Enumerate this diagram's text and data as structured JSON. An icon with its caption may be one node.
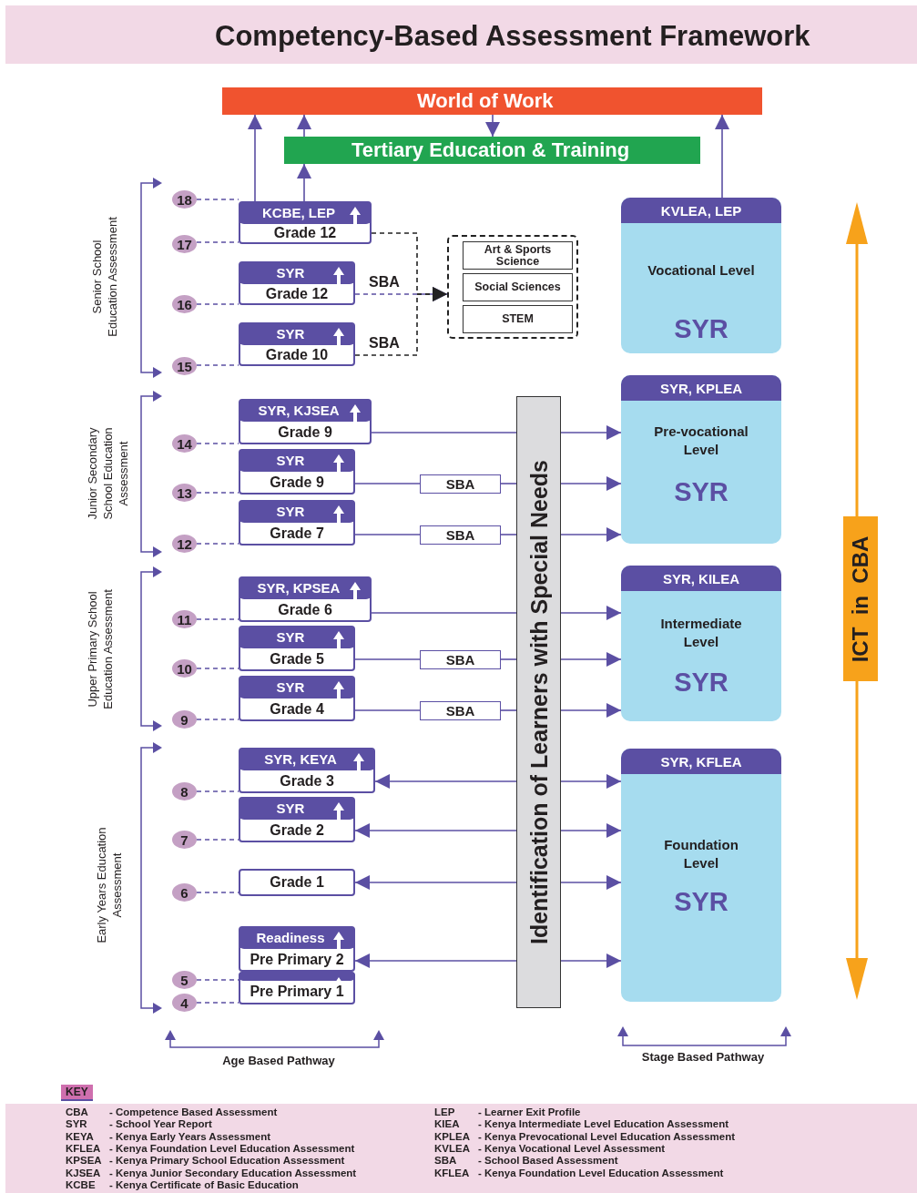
{
  "diagram": {
    "title": "Competency-Based Assessment Framework",
    "nodes": [
      {
        "text": [
          "World of Work"
        ]
      },
      {
        "text": [
          "Tertiary Education & Training"
        ]
      },
      {
        "text": [
          "KCBE, LEP",
          "Grade 12"
        ]
      },
      {
        "text": [
          "SYR",
          "Grade 12"
        ],
        "beside": [
          "SBA"
        ]
      },
      {
        "text": [
          "SYR",
          "Grade 10"
        ],
        "beside": [
          "SBA"
        ]
      },
      {
        "text": [
          "SYR, KJSEA",
          "Grade 9"
        ]
      },
      {
        "text": [
          "SYR",
          "Grade 9"
        ]
      },
      {
        "text": [
          "SYR",
          "Grade 7"
        ]
      },
      {
        "text": [
          "SYR, KPSEA",
          "Grade 6"
        ]
      },
      {
        "text": [
          "SYR",
          "Grade 5"
        ]
      },
      {
        "text": [
          "SYR",
          "Grade 4"
        ]
      },
      {
        "text": [
          "SYR, KEYA",
          "Grade 3"
        ]
      },
      {
        "text": [
          "SYR",
          "Grade 2"
        ]
      },
      {
        "text": [
          "Grade 1"
        ]
      },
      {
        "text": [
          "Readiness",
          "Pre Primary 2"
        ]
      },
      {
        "text": [
          "Pre Primary 1"
        ]
      },
      {
        "text": [],
        "shape": "box"
      },
      {
        "text": [
          "Art & Sports Science"
        ],
        "in": 16
      },
      {
        "text": [
          "Social Sciences"
        ],
        "in": 16
      },
      {
        "text": [
          "STEM"
        ],
        "in": 16
      },
      {
        "text": [
          "SBA"
        ]
      },
      {
        "text": [
          "SBA"
        ]
      },
      {
        "text": [
          "SBA"
        ]
      },
      {
        "text": [
          "SBA"
        ]
      },
      {
        "text": [
          "Identification of Learners with Special Needs"
        ]
      },
      {
        "text": [
          "KVLEA, LEP",
          "Vocational Level",
          "SYR"
        ]
      },
      {
        "text": [
          "SYR, KPLEA",
          "Pre-vocational Level",
          "SYR"
        ]
      },
      {
        "text": [
          "SYR, KILEA",
          "Intermediate Level",
          "SYR"
        ]
      },
      {
        "text": [
          "SYR, KFLEA",
          "Foundation Level",
          "SYR"
        ]
      },
      {
        "text": [
          "ICT in CBA"
        ]
      },
      {
        "text": [
          "18"
        ]
      },
      {
        "text": [
          "17"
        ]
      },
      {
        "text": [
          "16"
        ]
      },
      {
        "text": [
          "15"
        ]
      },
      {
        "text": [
          "14"
        ]
      },
      {
        "text": [
          "13"
        ]
      },
      {
        "text": [
          "12"
        ]
      },
      {
        "text": [
          "11"
        ]
      },
      {
        "text": [
          "10"
        ]
      },
      {
        "text": [
          "9"
        ]
      },
      {
        "text": [
          "8"
        ]
      },
      {
        "text": [
          "7"
        ]
      },
      {
        "text": [
          "6"
        ]
      },
      {
        "text": [
          "5"
        ]
      },
      {
        "text": [
          "4"
        ]
      }
    ],
    "edges": [
      {
        "from": 2,
        "to": 0,
        "arrow": "to"
      },
      {
        "from": 2,
        "to": 1,
        "arrow": "to"
      },
      {
        "from": 1,
        "to": 0,
        "arrow": "to"
      },
      {
        "from": 0,
        "to": 1,
        "arrow": "to"
      },
      {
        "from": 25,
        "to": 0,
        "arrow": "to"
      },
      {
        "from": 2,
        "to": 16,
        "arrow": "to",
        "style": "dashed",
        "color": "#222222"
      },
      {
        "from": 3,
        "to": 16,
        "arrow": "to",
        "style": "dashed"
      },
      {
        "from": 4,
        "to": 16,
        "arrow": "to",
        "style": "dashed",
        "color": "#222222"
      },
      {
        "from": 5,
        "to": 24,
        "arrow": "none"
      },
      {
        "from": 24,
        "to": 26,
        "arrow": "to"
      },
      {
        "from": 6,
        "to": 20,
        "arrow": "none"
      },
      {
        "from": 20,
        "to": 24,
        "arrow": "none"
      },
      {
        "from": 24,
        "to": 26,
        "arrow": "to"
      },
      {
        "from": 7,
        "to": 21,
        "arrow": "none"
      },
      {
        "from": 21,
        "to": 24,
        "arrow": "none"
      },
      {
        "from": 24,
        "to": 26,
        "arrow": "to"
      },
      {
        "from": 8,
        "to": 24,
        "arrow": "none"
      },
      {
        "from": 24,
        "to": 27,
        "arrow": "to"
      },
      {
        "from": 9,
        "to": 22,
        "arrow": "none"
      },
      {
        "from": 22,
        "to": 24,
        "arrow": "none"
      },
      {
        "from": 24,
        "to": 27,
        "arrow": "to"
      },
      {
        "from": 10,
        "to": 23,
        "arrow": "none"
      },
      {
        "from": 23,
        "to": 24,
        "arrow": "none"
      },
      {
        "from": 24,
        "to": 27,
        "arrow": "to"
      },
      {
        "from": 24,
        "to": 11,
        "arrow": "to"
      },
      {
        "from": 24,
        "to": 28,
        "arrow": "to"
      },
      {
        "from": 24,
        "to": 12,
        "arrow": "to"
      },
      {
        "from": 24,
        "to": 28,
        "arrow": "to"
      },
      {
        "from": 24,
        "to": 13,
        "arrow": "to"
      },
      {
        "from": 24,
        "to": 28,
        "arrow": "to"
      },
      {
        "from": 24,
        "to": 14,
        "arrow": "to"
      },
      {
        "from": 24,
        "to": 28,
        "arrow": "to"
      },
      {
        "from": 30,
        "to": 2,
        "arrow": "none",
        "style": "dashed"
      },
      {
        "from": 31,
        "to": 2,
        "arrow": "none",
        "style": "dashed"
      },
      {
        "from": 32,
        "to": 3,
        "arrow": "none",
        "style": "dashed"
      },
      {
        "from": 33,
        "to": 4,
        "arrow": "none",
        "style": "dashed"
      },
      {
        "from": 34,
        "to": 5,
        "arrow": "none",
        "style": "dashed"
      },
      {
        "from": 35,
        "to": 6,
        "arrow": "none",
        "style": "dashed"
      },
      {
        "from": 36,
        "to": 7,
        "arrow": "none",
        "style": "dashed"
      },
      {
        "from": 37,
        "to": 8,
        "arrow": "none",
        "style": "dashed"
      },
      {
        "from": 38,
        "to": 9,
        "arrow": "none",
        "style": "dashed"
      },
      {
        "from": 39,
        "to": 10,
        "arrow": "none",
        "style": "dashed"
      },
      {
        "from": 40,
        "to": 11,
        "arrow": "none",
        "style": "dashed"
      },
      {
        "from": 41,
        "to": 12,
        "arrow": "none",
        "style": "dashed"
      },
      {
        "from": 42,
        "to": 13,
        "arrow": "none",
        "style": "dashed"
      },
      {
        "from": 43,
        "to": 15,
        "arrow": "none",
        "style": "dashed"
      },
      {
        "from": 44,
        "to": 15,
        "arrow": "none",
        "style": "dashed"
      }
    ],
    "labels": [
      "Senior School Education Assessment",
      "Junior Secondary School Education Assessment",
      "Upper Primary School Education Assessment",
      "Early Years Education Assessment",
      "Age Based Pathway",
      "Stage Based Pathway",
      "KEY",
      "CBA",
      "- Competence Based Assessment",
      "LEP",
      "- Learner Exit Profile",
      "SYR",
      "- School Year Report",
      "KIEA",
      "- Kenya Intermediate Level Education Assessment",
      "KEYA",
      "- Kenya Early Years Assessment",
      "KPLEA",
      "- Kenya Prevocational Level Education Assessment",
      "KFLEA",
      "- Kenya Foundation Level Education Assessment",
      "KVLEA",
      "- Kenya Vocational Level Assessment",
      "KPSEA",
      "- Kenya Primary School Education Assessment",
      "SBA",
      "- School Based Assessment",
      "KJSEA",
      "- Kenya Junior Secondary Education Assessment",
      "KFLEA",
      "- Kenya Foundation Level Education Assessment",
      "KCBE",
      "- Kenya Certificate of Basic Education"
    ]
  }
}
